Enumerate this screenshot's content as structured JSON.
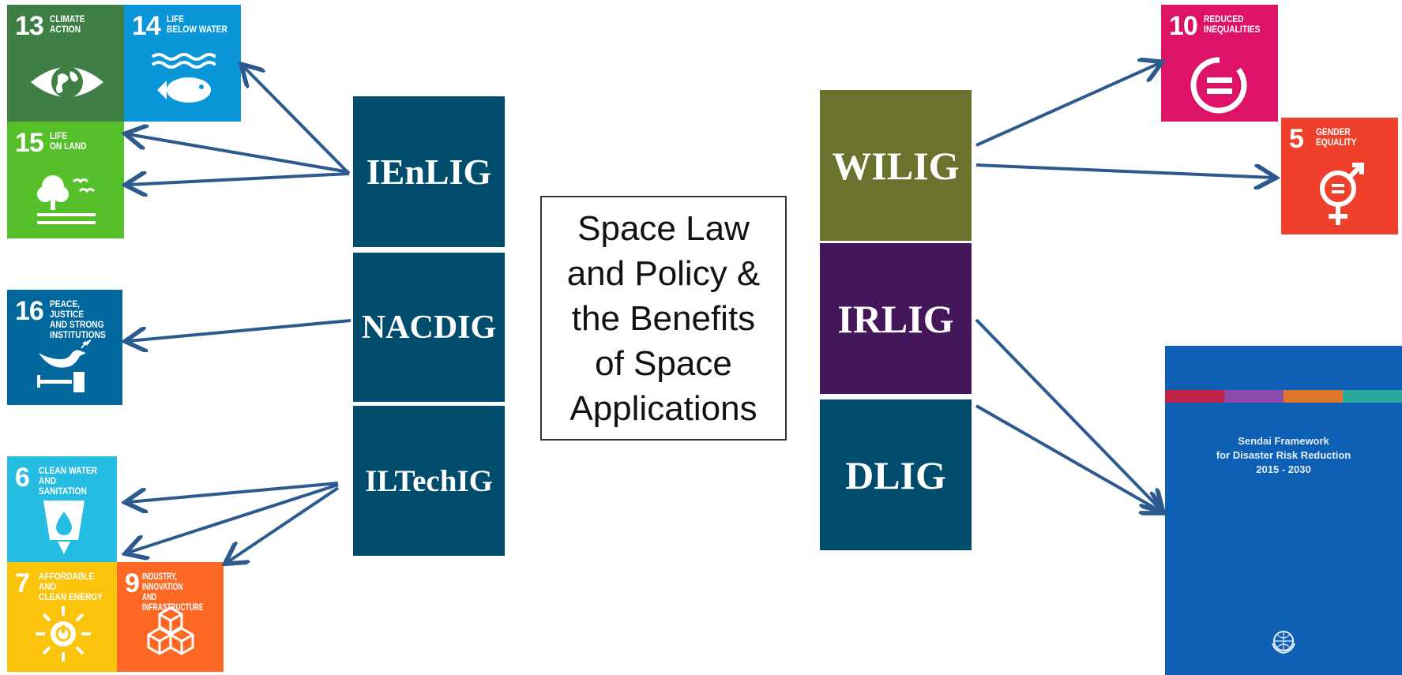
{
  "center": {
    "lines": [
      "Space Law",
      "and Policy &",
      "the Benefits",
      "of Space",
      "Applications"
    ]
  },
  "groups": {
    "ienlig": "IEnLIG",
    "nacdig": "NACDIG",
    "iltechig": "ILTechIG",
    "wilig": "WILIG",
    "irlig": "IRLIG",
    "dlig": "DLIG"
  },
  "sdg": {
    "13": {
      "number": "13",
      "label": "CLIMATE\nACTION",
      "color": "#3f7e44"
    },
    "14": {
      "number": "14",
      "label": "LIFE\nBELOW WATER",
      "color": "#0a97d9"
    },
    "15": {
      "number": "15",
      "label": "LIFE\nON LAND",
      "color": "#56c02b"
    },
    "16": {
      "number": "16",
      "label": "PEACE, JUSTICE\nAND STRONG\nINSTITUTIONS",
      "color": "#00689d"
    },
    "6": {
      "number": "6",
      "label": "CLEAN WATER\nAND SANITATION",
      "color": "#26bde2"
    },
    "7": {
      "number": "7",
      "label": "AFFORDABLE AND\nCLEAN ENERGY",
      "color": "#fcc30b"
    },
    "9": {
      "number": "9",
      "label": "INDUSTRY, INNOVATION\nAND INFRASTRUCTURE",
      "color": "#fd6925"
    },
    "10": {
      "number": "10",
      "label": "REDUCED\nINEQUALITIES",
      "color": "#dd1367"
    },
    "5": {
      "number": "5",
      "label": "GENDER\nEQUALITY",
      "color": "#ef402b"
    }
  },
  "sendai": {
    "lines": [
      "Sendai Framework",
      "for Disaster Risk Reduction",
      "2015 - 2030"
    ]
  },
  "colors": {
    "group_teal": "#004c6d",
    "group_olive": "#6b722e",
    "group_purple": "#43175a",
    "arrow": "#2d5a8e",
    "cover_blue": "#0d60b3"
  }
}
